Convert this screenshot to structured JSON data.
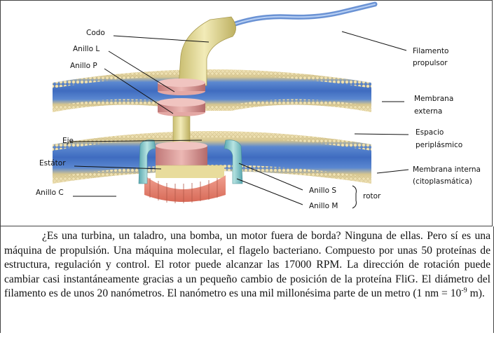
{
  "figure": {
    "labels": {
      "codo": "Codo",
      "anillo_l": "Anillo L",
      "anillo_p": "Anillo P",
      "eje": "Eje",
      "estator": "Estátor",
      "anillo_c": "Anillo C",
      "filamento_1": "Filamento",
      "filamento_2": "propulsor",
      "membrana_ext_1": "Membrana",
      "membrana_ext_2": "externa",
      "espacio_1": "Espacio",
      "espacio_2": "periplásmico",
      "membrana_int_1": "Membrana interna",
      "membrana_int_2": "(citoplasmática)",
      "anillo_s": "Anillo S",
      "anillo_m": "Anillo M",
      "rotor": "rotor"
    },
    "colors": {
      "membrane_blue": "#4a78c8",
      "lipid_head": "#e8d9a8",
      "hook_yellow": "#e6dc96",
      "ring_pink": "#d99a9a",
      "stator_teal": "#7ec4c4",
      "ring_c_salmon": "#e88a78",
      "filament_blue": "#7aa0dc"
    }
  },
  "caption": {
    "text_main": "¿Es una turbina, un taladro, una bomba, un motor fuera de borda? Ninguna de ellas. Pero sí es una máquina de propulsión. Una máquina molecular, el flagelo bacteriano. Compuesto por unas 50 proteínas de estructura, regulación y control. El rotor puede alcanzar las 17000 RPM. La dirección de rotación puede cambiar casi instantáneamente gracias a un pequeño cambio de posición de la proteína FliG. El diámetro del filamento es de unos 20 nanómetros. El nanómetro es una mil millonésima parte de un metro (1 nm = 10",
    "exponent": "-9",
    "text_end": " m)."
  }
}
